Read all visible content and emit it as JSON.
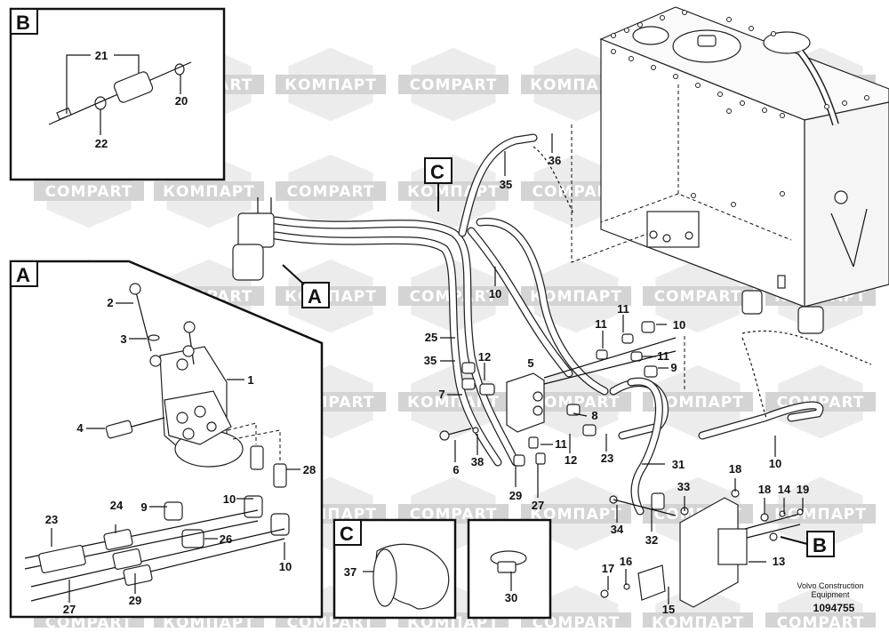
{
  "diagram": {
    "title": "Hydraulic steering unit, hoses and valve block exploded view",
    "watermarks": [
      "КОМПАРТ",
      "COMPART"
    ],
    "watermark_color": "#d4d4d4",
    "credit": {
      "line1": "Volvo Construction",
      "line2": "Equipment",
      "doc_number": "1094755"
    },
    "callouts": {
      "A": "A",
      "B": "B",
      "C": "C"
    },
    "insets": {
      "B": {
        "label": "B",
        "parts": [
          "21",
          "20",
          "22"
        ]
      },
      "A": {
        "label": "A",
        "parts": [
          "2",
          "3",
          "1",
          "4",
          "28",
          "9",
          "10",
          "24",
          "23",
          "26",
          "10",
          "27",
          "29"
        ]
      },
      "C": {
        "label": "C",
        "parts": [
          "37"
        ]
      },
      "clip": {
        "parts": [
          "30"
        ]
      }
    },
    "labels": [
      {
        "id": "b21",
        "text": "21"
      },
      {
        "id": "b20",
        "text": "20"
      },
      {
        "id": "b22",
        "text": "22"
      },
      {
        "id": "a2",
        "text": "2"
      },
      {
        "id": "a3",
        "text": "3"
      },
      {
        "id": "a1",
        "text": "1"
      },
      {
        "id": "a4",
        "text": "4"
      },
      {
        "id": "a28",
        "text": "28"
      },
      {
        "id": "a9",
        "text": "9"
      },
      {
        "id": "a10a",
        "text": "10"
      },
      {
        "id": "a24",
        "text": "24"
      },
      {
        "id": "a23",
        "text": "23"
      },
      {
        "id": "a26",
        "text": "26"
      },
      {
        "id": "a10b",
        "text": "10"
      },
      {
        "id": "a27",
        "text": "27"
      },
      {
        "id": "a29",
        "text": "29"
      },
      {
        "id": "c37",
        "text": "37"
      },
      {
        "id": "d30",
        "text": "30"
      },
      {
        "id": "m36",
        "text": "36"
      },
      {
        "id": "m35a",
        "text": "35"
      },
      {
        "id": "m10a",
        "text": "10"
      },
      {
        "id": "m25",
        "text": "25"
      },
      {
        "id": "m35b",
        "text": "35"
      },
      {
        "id": "m12a",
        "text": "12"
      },
      {
        "id": "m5",
        "text": "5"
      },
      {
        "id": "m7",
        "text": "7"
      },
      {
        "id": "m11a",
        "text": "11"
      },
      {
        "id": "m11b",
        "text": "11"
      },
      {
        "id": "m10b",
        "text": "10"
      },
      {
        "id": "m11c",
        "text": "11"
      },
      {
        "id": "m9",
        "text": "9"
      },
      {
        "id": "m8",
        "text": "8"
      },
      {
        "id": "m6",
        "text": "6"
      },
      {
        "id": "m38",
        "text": "38"
      },
      {
        "id": "m11d",
        "text": "11"
      },
      {
        "id": "m12b",
        "text": "12"
      },
      {
        "id": "m23",
        "text": "23"
      },
      {
        "id": "m29",
        "text": "29"
      },
      {
        "id": "m27",
        "text": "27"
      },
      {
        "id": "m31",
        "text": "31"
      },
      {
        "id": "m10c",
        "text": "10"
      },
      {
        "id": "m33",
        "text": "33"
      },
      {
        "id": "m34",
        "text": "34"
      },
      {
        "id": "m32",
        "text": "32"
      },
      {
        "id": "m18a",
        "text": "18"
      },
      {
        "id": "m18b",
        "text": "18"
      },
      {
        "id": "m14",
        "text": "14"
      },
      {
        "id": "m19",
        "text": "19"
      },
      {
        "id": "m13",
        "text": "13"
      },
      {
        "id": "m17",
        "text": "17"
      },
      {
        "id": "m16",
        "text": "16"
      },
      {
        "id": "m15",
        "text": "15"
      }
    ]
  }
}
